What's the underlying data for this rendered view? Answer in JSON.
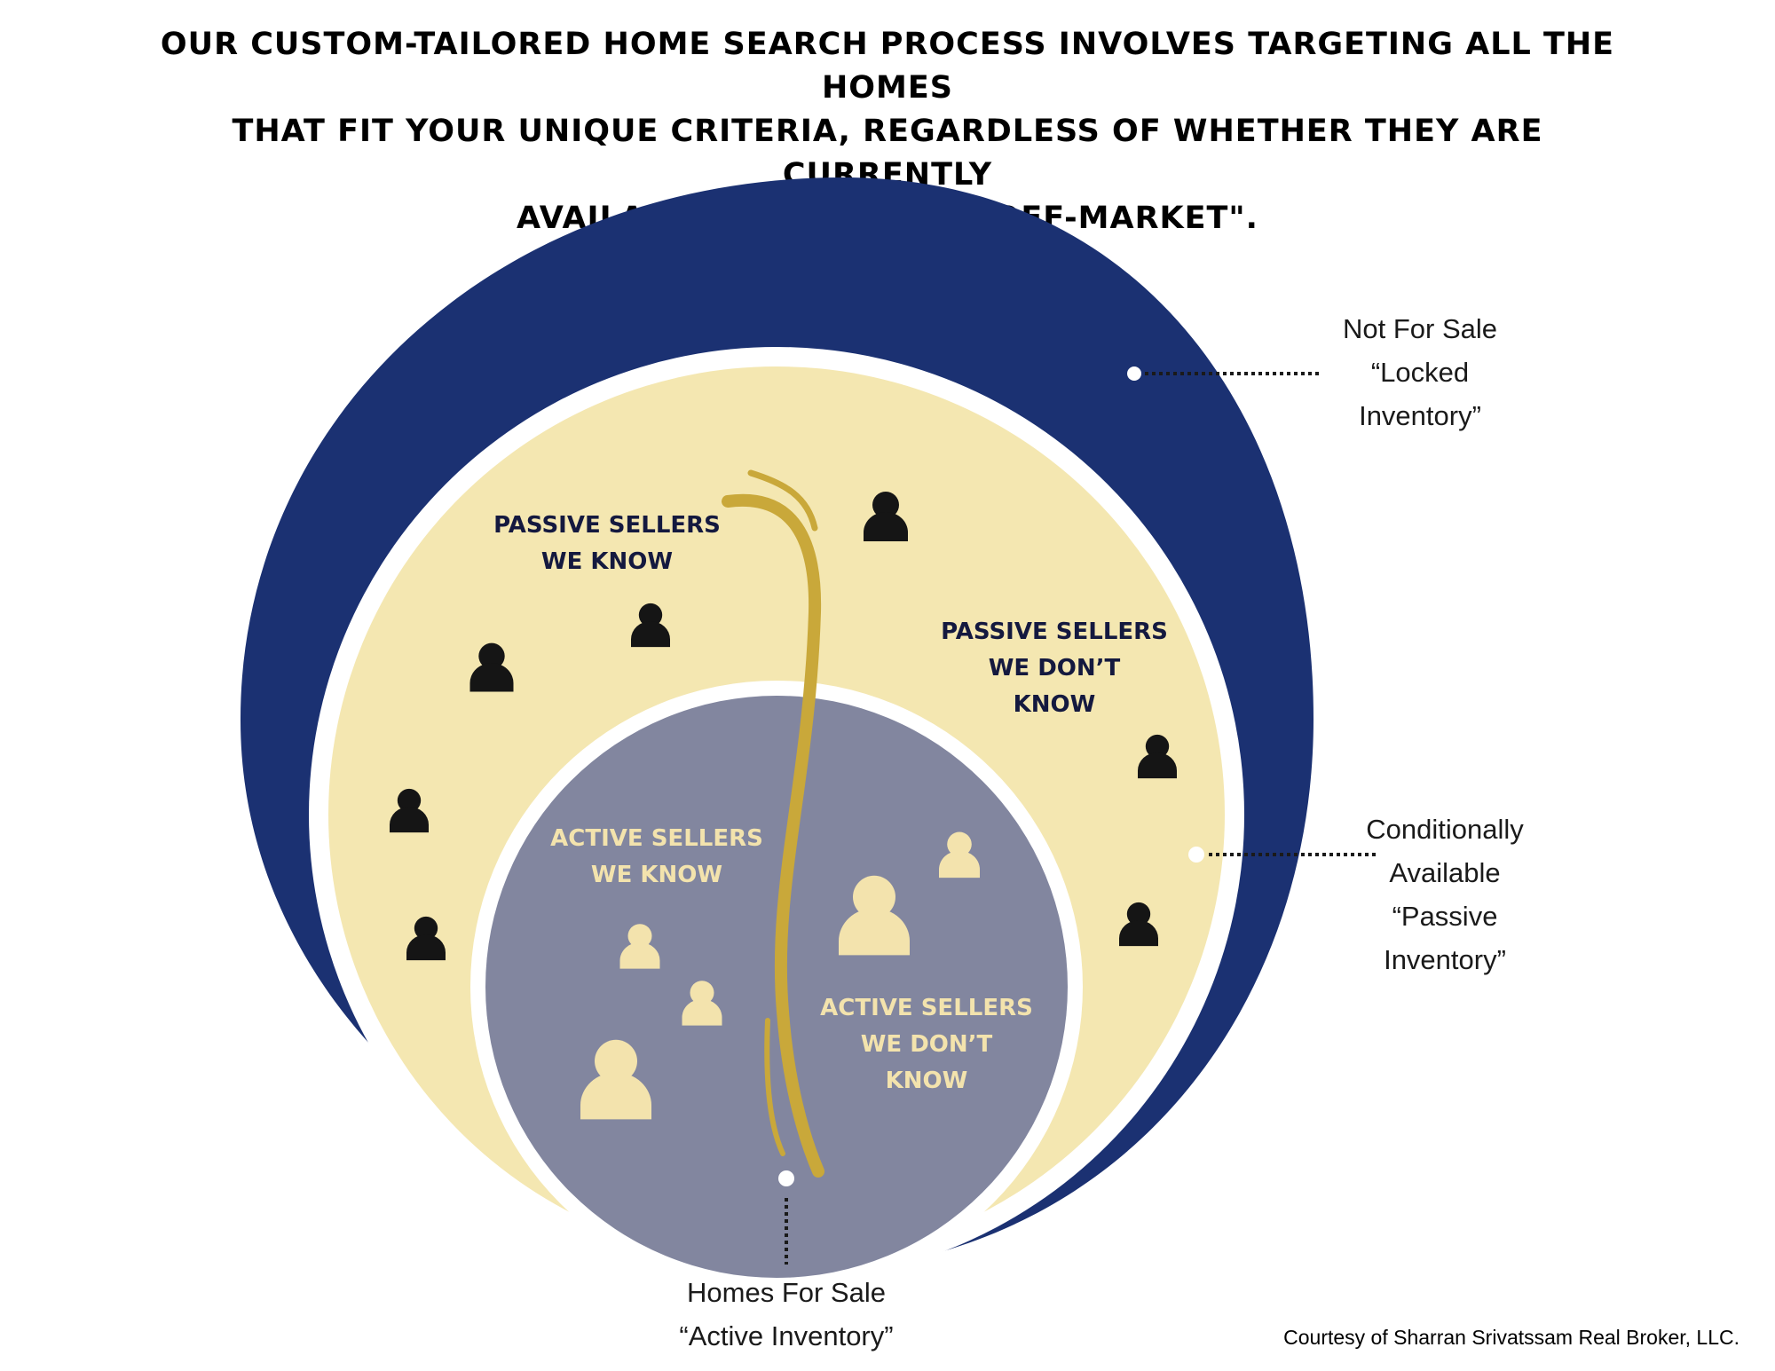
{
  "title": {
    "lines": [
      "Our custom-tailored home search process involves targeting all the homes",
      "that fit your unique criteria, regardless of whether they are currently",
      "available for sale or \"off-market\"."
    ]
  },
  "colors": {
    "outer_ring": "#1b3172",
    "middle_ring": "#f4e7b1",
    "inner_circle": "#82869f",
    "gold_accent": "#c9a83a",
    "dark_person": "#151515",
    "light_person": "#f3e3ad",
    "dark_label": "#14193f"
  },
  "callouts": {
    "not_for_sale": {
      "lines": [
        "Not For Sale",
        "“Locked",
        "Inventory”"
      ]
    },
    "conditionally_available": {
      "lines": [
        "Conditionally",
        "Available",
        "“Passive",
        "Inventory”"
      ]
    },
    "homes_for_sale": {
      "lines": [
        "Homes For Sale",
        "“Active Inventory”"
      ]
    }
  },
  "labels": {
    "passive_know": {
      "lines": [
        "Passive Sellers",
        "We Know"
      ]
    },
    "passive_dont_know": {
      "lines": [
        "Passive Sellers",
        "We Don’t",
        "Know"
      ]
    },
    "active_know": {
      "lines": [
        "Active Sellers",
        "We Know"
      ]
    },
    "active_dont_know": {
      "lines": [
        "Active Sellers",
        "We Don’t",
        "Know"
      ]
    }
  },
  "icons": {
    "person": "person-icon",
    "marker": "dot-marker"
  },
  "credit": "Courtesy of Sharran Srivatssam Real Broker, LLC."
}
